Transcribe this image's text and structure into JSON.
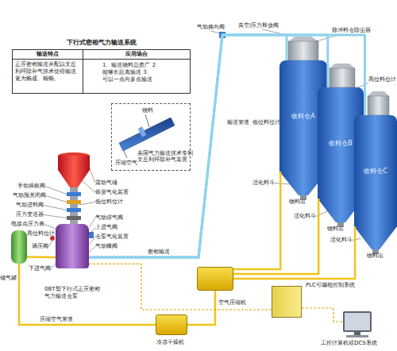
{
  "diagram": {
    "title": "下行式密相气力输送系统",
    "nodes": [
      {
        "text": [
          "输送特点",
          "正压密相输送并配以文丘利环除补气技术使得输送更为畅通、顺畅。"
        ]
      },
      {
        "text": [
          "应用场合",
          "1、输送物料总类广 2、能够长距离输送 3、可以一点向多点输送"
        ]
      },
      {
        "text": [
          "收料仓A"
        ]
      },
      {
        "text": [
          "收料仓B"
        ]
      },
      {
        "text": [
          "收料仓C"
        ]
      },
      {
        "text": [
          "0BT型下行式正压密相气力输送仓泵"
        ]
      },
      {
        "text": [
          "储气罐"
        ]
      },
      {
        "text": [
          "空气压缩机"
        ]
      },
      {
        "text": [
          "冷冻干燥机"
        ]
      },
      {
        "text": [
          "PLC可编程控制系统"
        ]
      },
      {
        "text": [
          "工控计算机或DCS系统"
        ]
      },
      {
        "text": [
          "物料",
          "压缩空气",
          "美国气力输送技术专利 文丘利环除补气装置"
        ]
      }
    ],
    "edges": [
      {
        "from": 5,
        "to": 2,
        "arrow": "none",
        "label": "输送管道"
      },
      {
        "from": 5,
        "to": 3,
        "arrow": "none",
        "label": "密相输送"
      },
      {
        "from": 5,
        "to": 4,
        "arrow": "none"
      },
      {
        "from": 8,
        "to": 7,
        "arrow": "none"
      },
      {
        "from": 7,
        "to": 2,
        "arrow": "none"
      },
      {
        "from": 7,
        "to": 3,
        "arrow": "none"
      },
      {
        "from": 7,
        "to": 4,
        "arrow": "none"
      },
      {
        "from": 6,
        "to": 8,
        "arrow": "none",
        "label": "压缩空气管道"
      },
      {
        "from": 6,
        "to": 5,
        "arrow": "none"
      },
      {
        "from": 9,
        "to": 10,
        "arrow": "none"
      },
      {
        "from": 9,
        "to": 5,
        "arrow": "none"
      }
    ],
    "labels": [
      "手动插板阀",
      "气动预关闭阀",
      "气动进料阀",
      "压力变送器",
      "电接点压力表",
      "高位料位计",
      "下进气阀",
      "调压阀",
      "震动气锤",
      "锥形气化装置",
      "低位料位计",
      "气动排气阀",
      "上进气阀",
      "仓泵气化装置",
      "气动蝶阀",
      "气动换向阀",
      "真空/压力释放阀",
      "脉冲料仓除尘器",
      "高位料位计",
      "低位料位计",
      "活化料斗",
      "物料出",
      "活化料斗",
      "物料出",
      "活化料斗",
      "物料出"
    ]
  }
}
